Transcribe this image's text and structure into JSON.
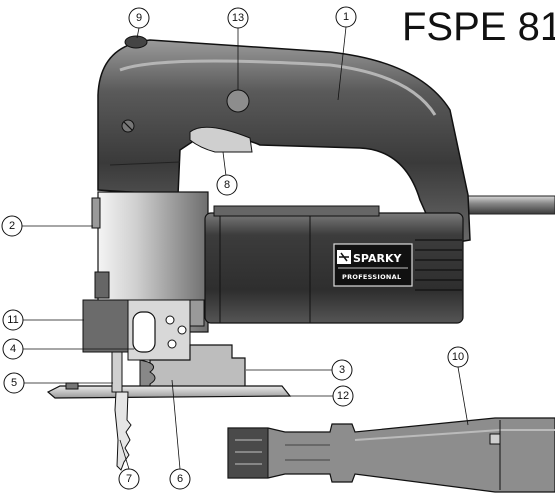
{
  "title": "FSPE 81",
  "brand": {
    "name": "SPARKY",
    "subtitle": "PROFESSIONAL"
  },
  "callouts": [
    "1",
    "2",
    "3",
    "4",
    "5",
    "6",
    "7",
    "8",
    "9",
    "10",
    "11",
    "12",
    "13"
  ]
}
